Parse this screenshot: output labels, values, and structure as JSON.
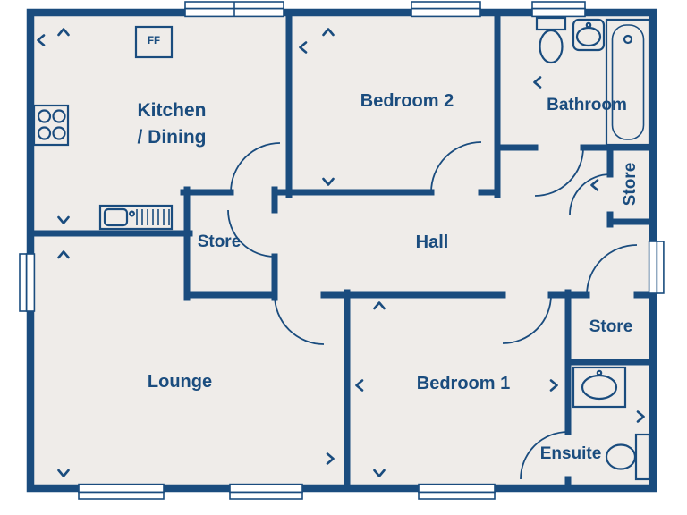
{
  "colors": {
    "wall": "#1a4c7e",
    "floor": "#efece9",
    "background": "#ffffff"
  },
  "rooms": {
    "kitchen_dining": {
      "label_line1": "Kitchen",
      "label_line2": "/ Dining"
    },
    "bedroom_2": {
      "label": "Bedroom 2"
    },
    "bathroom": {
      "label": "Bathroom"
    },
    "store_top": {
      "label": "Store"
    },
    "hall": {
      "label": "Hall"
    },
    "store_middle": {
      "label": "Store"
    },
    "lounge": {
      "label": "Lounge"
    },
    "bedroom_1": {
      "label": "Bedroom 1"
    },
    "store_right": {
      "label": "Store"
    },
    "ensuite": {
      "label": "Ensuite"
    }
  },
  "fixtures": {
    "fridge_freezer": {
      "label": "FF"
    },
    "icons": [
      "hob-icon",
      "kitchen-sink-icon",
      "toilet-icon",
      "basin-icon",
      "bath-icon",
      "ensuite-basin-icon",
      "ensuite-toilet-icon",
      "door-swing-arc",
      "window-icon",
      "dimension-chevron-icon"
    ]
  }
}
